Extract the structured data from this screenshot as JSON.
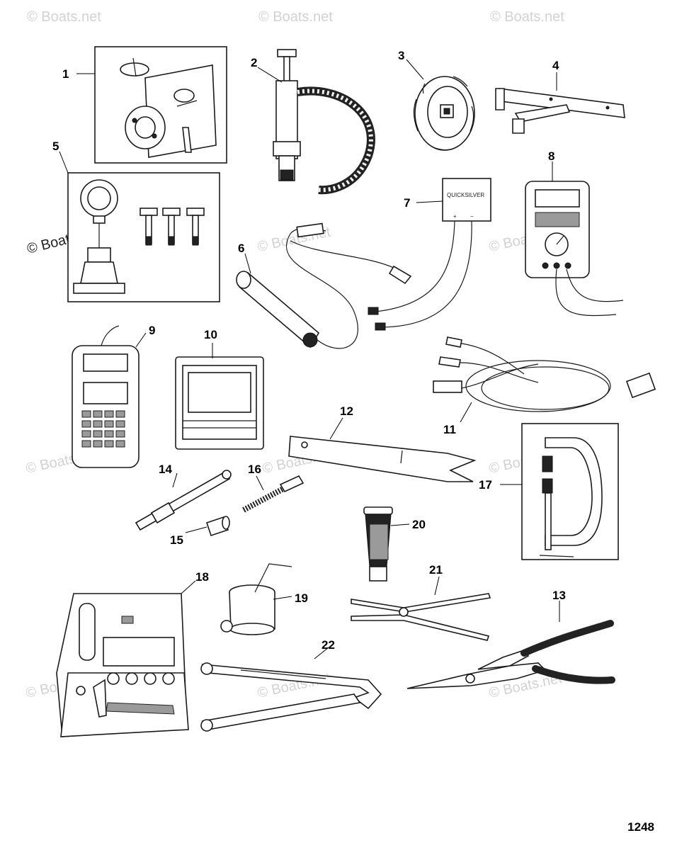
{
  "watermark": "© Boats.net",
  "page_number": "1248",
  "brand_label": "QUICKSILVER",
  "callouts": [
    {
      "id": "c1",
      "label": "1"
    },
    {
      "id": "c2",
      "label": "2"
    },
    {
      "id": "c3",
      "label": "3"
    },
    {
      "id": "c4",
      "label": "4"
    },
    {
      "id": "c5",
      "label": "5"
    },
    {
      "id": "c6",
      "label": "6"
    },
    {
      "id": "c7",
      "label": "7"
    },
    {
      "id": "c8",
      "label": "8"
    },
    {
      "id": "c9",
      "label": "9"
    },
    {
      "id": "c10",
      "label": "10"
    },
    {
      "id": "c11",
      "label": "11"
    },
    {
      "id": "c12",
      "label": "12"
    },
    {
      "id": "c13",
      "label": "13"
    },
    {
      "id": "c14",
      "label": "14"
    },
    {
      "id": "c15",
      "label": "15"
    },
    {
      "id": "c16",
      "label": "16"
    },
    {
      "id": "c17",
      "label": "17"
    },
    {
      "id": "c18",
      "label": "18"
    },
    {
      "id": "c19",
      "label": "19"
    },
    {
      "id": "c20",
      "label": "20"
    },
    {
      "id": "c21",
      "label": "21"
    },
    {
      "id": "c22",
      "label": "22"
    }
  ]
}
